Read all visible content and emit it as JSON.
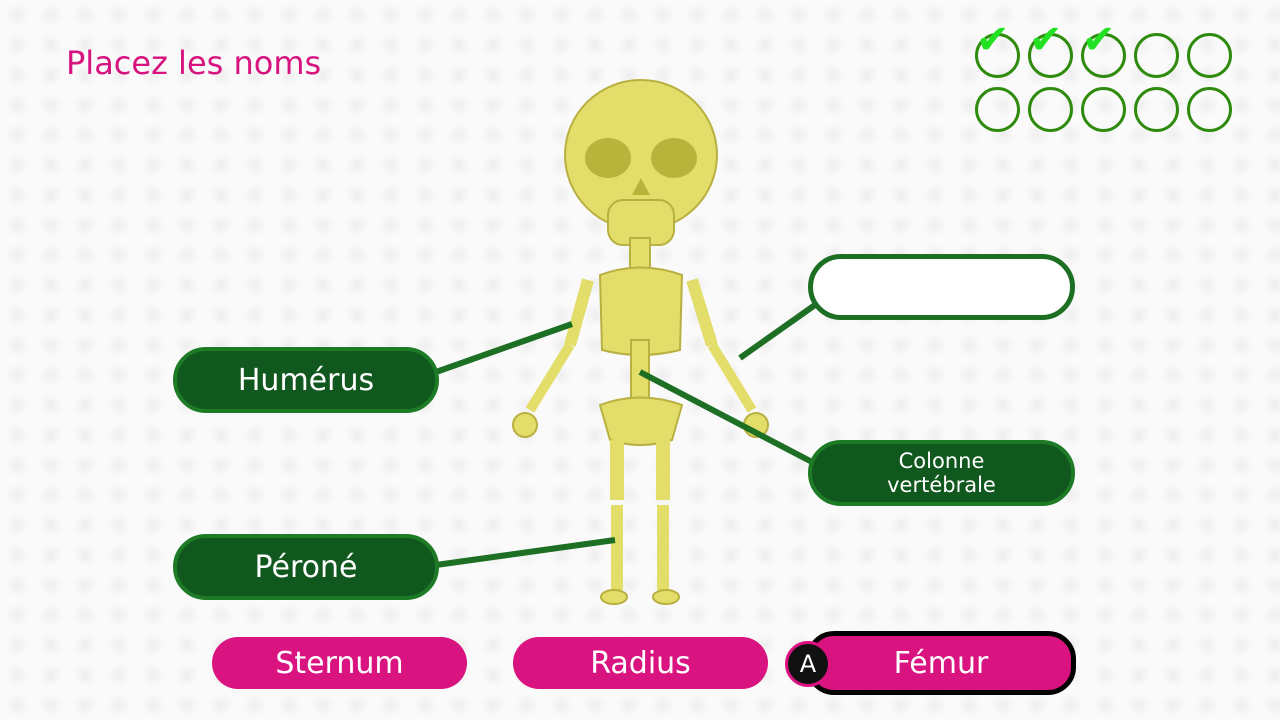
{
  "title": "Placez les noms",
  "progress": {
    "completed": 3,
    "total": 10
  },
  "labels": {
    "humerus": "Humérus",
    "perone": "Péroné",
    "colonne": "Colonne vertébrale",
    "empty": ""
  },
  "options": [
    {
      "label": "Sternum"
    },
    {
      "label": "Radius"
    },
    {
      "label": "Fémur",
      "selected": true,
      "key": "A"
    }
  ],
  "colors": {
    "accent": "#d9137f",
    "green": "#11581f",
    "bone": "#e3dd6a"
  }
}
